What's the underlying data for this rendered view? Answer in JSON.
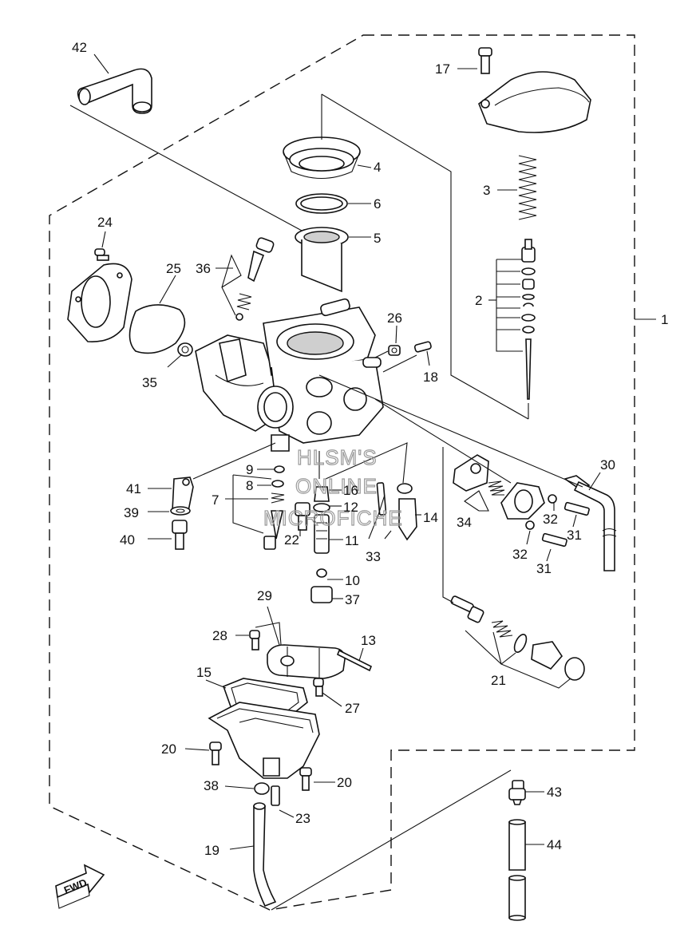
{
  "callouts": [
    {
      "id": "42",
      "text": "42"
    },
    {
      "id": "17",
      "text": "17"
    },
    {
      "id": "4",
      "text": "4"
    },
    {
      "id": "3",
      "text": "3"
    },
    {
      "id": "6",
      "text": "6"
    },
    {
      "id": "5",
      "text": "5"
    },
    {
      "id": "24",
      "text": "24"
    },
    {
      "id": "25",
      "text": "25"
    },
    {
      "id": "36",
      "text": "36"
    },
    {
      "id": "2",
      "text": "2"
    },
    {
      "id": "1",
      "text": "1"
    },
    {
      "id": "26",
      "text": "26"
    },
    {
      "id": "18",
      "text": "18"
    },
    {
      "id": "35",
      "text": "35"
    },
    {
      "id": "30",
      "text": "30"
    },
    {
      "id": "9",
      "text": "9"
    },
    {
      "id": "41",
      "text": "41"
    },
    {
      "id": "8",
      "text": "8"
    },
    {
      "id": "16",
      "text": "16"
    },
    {
      "id": "7",
      "text": "7"
    },
    {
      "id": "12",
      "text": "12"
    },
    {
      "id": "14",
      "text": "14"
    },
    {
      "id": "34",
      "text": "34"
    },
    {
      "id": "32a",
      "text": "32"
    },
    {
      "id": "39",
      "text": "39"
    },
    {
      "id": "31a",
      "text": "31"
    },
    {
      "id": "40",
      "text": "40"
    },
    {
      "id": "22",
      "text": "22"
    },
    {
      "id": "11",
      "text": "11"
    },
    {
      "id": "33",
      "text": "33"
    },
    {
      "id": "32b",
      "text": "32"
    },
    {
      "id": "31b",
      "text": "31"
    },
    {
      "id": "10",
      "text": "10"
    },
    {
      "id": "37",
      "text": "37"
    },
    {
      "id": "29",
      "text": "29"
    },
    {
      "id": "28",
      "text": "28"
    },
    {
      "id": "13",
      "text": "13"
    },
    {
      "id": "15",
      "text": "15"
    },
    {
      "id": "21",
      "text": "21"
    },
    {
      "id": "27",
      "text": "27"
    },
    {
      "id": "20a",
      "text": "20"
    },
    {
      "id": "38",
      "text": "38"
    },
    {
      "id": "20b",
      "text": "20"
    },
    {
      "id": "43",
      "text": "43"
    },
    {
      "id": "23",
      "text": "23"
    },
    {
      "id": "44",
      "text": "44"
    },
    {
      "id": "19",
      "text": "19"
    }
  ],
  "watermark": [
    "HLSM'S",
    "ONLINE",
    "MICROFICHE"
  ],
  "fwd_label": "FWD"
}
